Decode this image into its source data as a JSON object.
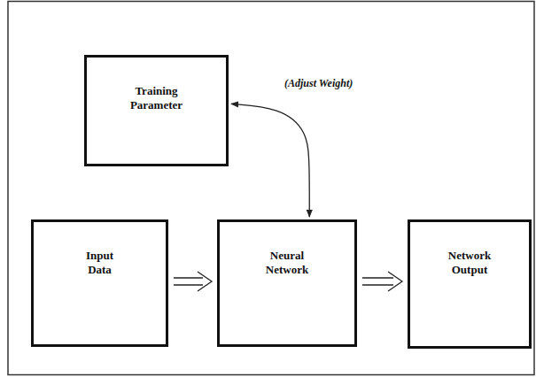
{
  "diagram": {
    "nodes": [
      {
        "text": [
          "Training Parameter"
        ]
      },
      {
        "text": [
          "Input Data"
        ]
      },
      {
        "text": [
          "Neural Network"
        ]
      },
      {
        "text": [
          "Network Output"
        ]
      }
    ],
    "edges": [
      {
        "from": 0,
        "to": 2,
        "label": "(Adjust Weight)",
        "arrow": "both"
      },
      {
        "from": 1,
        "to": 2,
        "arrow": "to"
      },
      {
        "from": 2,
        "to": 3,
        "arrow": "to"
      }
    ]
  }
}
